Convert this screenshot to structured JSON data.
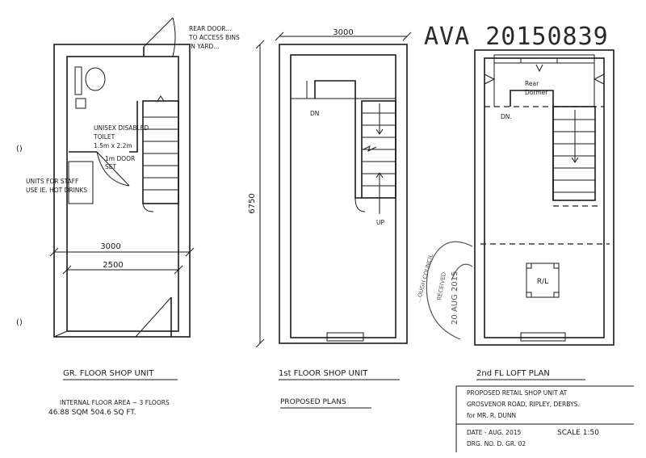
{
  "reference_number": "AVA 20150839",
  "ground_floor": {
    "rear_door_note": [
      "REAR DOOR...",
      "TO ACCESS BINS",
      "IN YARD..."
    ],
    "toilet_note": [
      "UNISEX DISABLED",
      "TOILET",
      "1.5m x 2.2m"
    ],
    "door_set_note": [
      "1m DOOR",
      "SET"
    ],
    "staff_units_note": [
      "UNITS FOR STAFF",
      "USE IE. HOT DRINKS"
    ],
    "dim_3000": "3000",
    "dim_2500": "2500",
    "label": "GR. FLOOR SHOP UNIT"
  },
  "first_floor": {
    "dim_width": "3000",
    "dim_height": "6750",
    "dn": "DN",
    "up": "UP",
    "label": "1st FLOOR SHOP UNIT"
  },
  "second_floor": {
    "rear_dormer": [
      "Rear",
      "Dormer"
    ],
    "dn": "DN.",
    "rl": "R/L",
    "label": "2nd FL   LOFT PLAN"
  },
  "floor_area": [
    "INTERNAL FLOOR AREA ~ 3 FLOORS",
    "46.88 SQM   504.6 SQ FT."
  ],
  "proposed_plans": "PROPOSED PLANS",
  "title_block": {
    "line1": "PROPOSED RETAIL SHOP UNIT AT",
    "line2": "GROSVENOR ROAD, RIPLEY, DERBYS.",
    "line3": "for MR. R. DUNN",
    "date": "DATE - AUG. 2015",
    "scale": "SCALE  1:50",
    "drg_no": "DRG. NO. D. GR. 02"
  },
  "stamp": {
    "council": "...OUGH COUNCIL",
    "received": "RECEIVED",
    "date": "20 AUG 2015"
  }
}
